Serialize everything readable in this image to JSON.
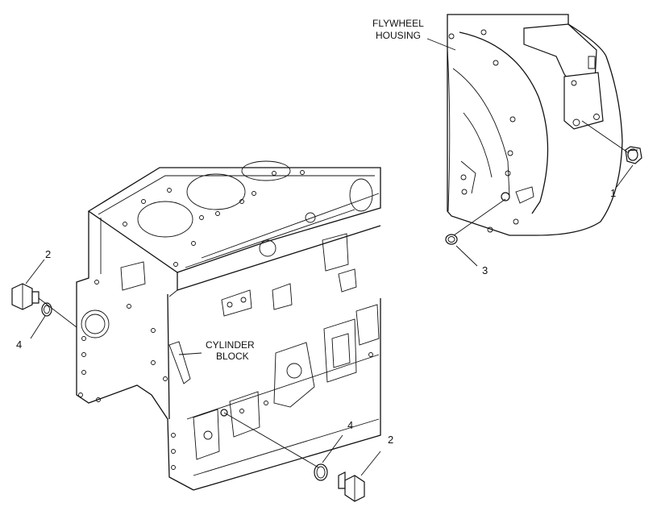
{
  "labels": {
    "flywheel_line1": "FLYWHEEL",
    "flywheel_line2": "HOUSING",
    "cylinder_line1": "CYLINDER",
    "cylinder_line2": "BLOCK"
  },
  "callouts": {
    "plug_top_right": "1",
    "plug_left": "2",
    "plug_bottom": "2",
    "seal_right": "3",
    "seal_left": "4",
    "seal_bottom": "4"
  }
}
